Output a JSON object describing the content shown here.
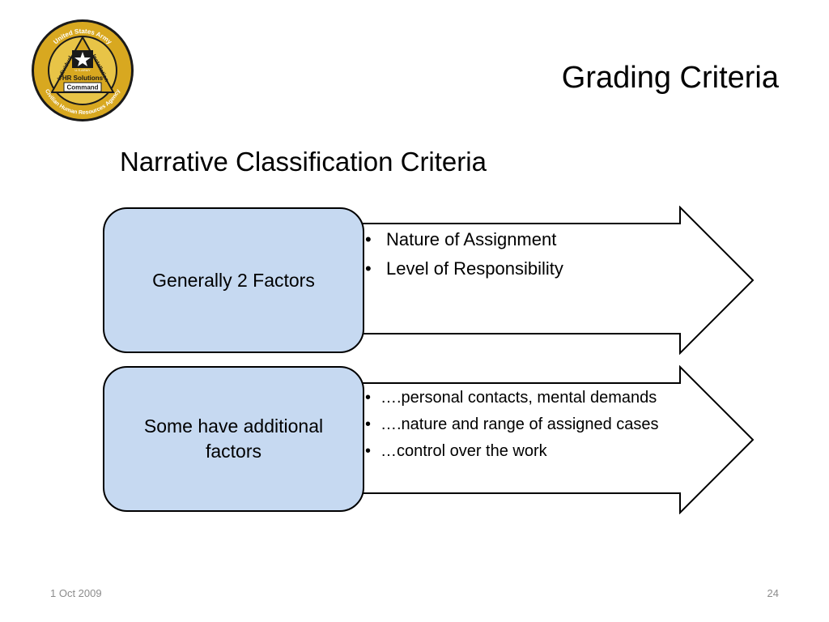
{
  "logo": {
    "top_text": "United States Army",
    "left_text": "Individual",
    "right_text": "Installation",
    "center_text": "HR Solutions",
    "star_caption": "U.S.ARMY",
    "command": "Command",
    "bottom_text": "Civilian Human Resources Agency"
  },
  "slide": {
    "title": "Grading Criteria",
    "subtitle": "Narrative Classification Criteria"
  },
  "rows": [
    {
      "box_label": "Generally 2 Factors",
      "bullets": [
        "Nature of Assignment",
        "Level of Responsibility"
      ]
    },
    {
      "box_label": "Some have additional factors",
      "bullets": [
        "….personal contacts, mental demands",
        "….nature and range of assigned cases",
        "…control over the work"
      ]
    }
  ],
  "footer": {
    "date": "1 Oct 2009",
    "page": "24"
  },
  "colors": {
    "box_fill": "#c6d9f1",
    "logo_gold": "#d8a820",
    "logo_dark": "#1a1a1a"
  }
}
